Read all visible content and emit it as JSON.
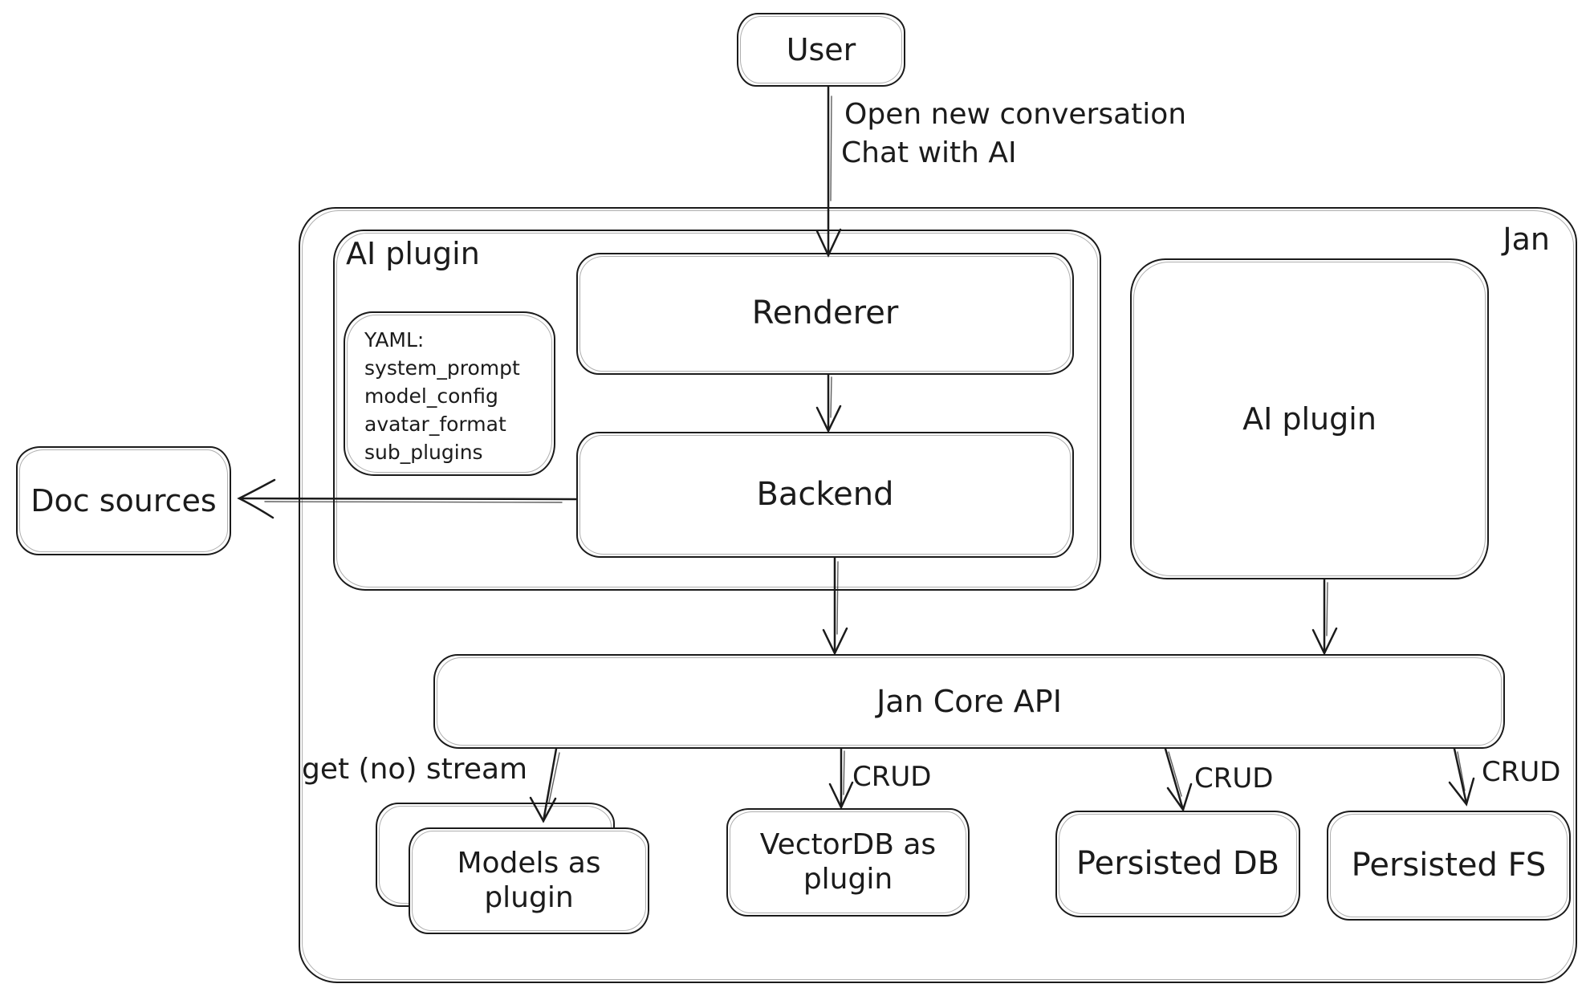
{
  "colors": {
    "ink": "#1b1b1b",
    "background": "#ffffff"
  },
  "nodes": {
    "user": {
      "label": "User"
    },
    "jan_container": {
      "label": "Jan"
    },
    "ai_plugin_left_container": {
      "label": "AI plugin"
    },
    "renderer": {
      "label": "Renderer"
    },
    "yaml_note": {
      "lines": [
        "YAML:",
        "system_prompt",
        "model_config",
        "avatar_format",
        "sub_plugins"
      ]
    },
    "backend": {
      "label": "Backend"
    },
    "ai_plugin_right": {
      "label": "AI plugin"
    },
    "doc_sources": {
      "label": "Doc sources"
    },
    "jan_core_api": {
      "label": "Jan Core API"
    },
    "models_as_plugin": {
      "line1": "Models as",
      "line2": "plugin"
    },
    "vectordb_as_plugin": {
      "line1": "VectorDB as",
      "line2": "plugin"
    },
    "persisted_db": {
      "label": "Persisted DB"
    },
    "persisted_fs": {
      "label": "Persisted FS"
    }
  },
  "edges": {
    "user_to_renderer": {
      "line1": "Open new conversation",
      "line2": "Chat with AI"
    },
    "jan_core_to_models": {
      "label": "get (no) stream"
    },
    "jan_core_to_vectordb": {
      "label": "CRUD"
    },
    "jan_core_to_persisted_db": {
      "label": "CRUD"
    },
    "jan_core_to_persisted_fs": {
      "label": "CRUD"
    }
  }
}
